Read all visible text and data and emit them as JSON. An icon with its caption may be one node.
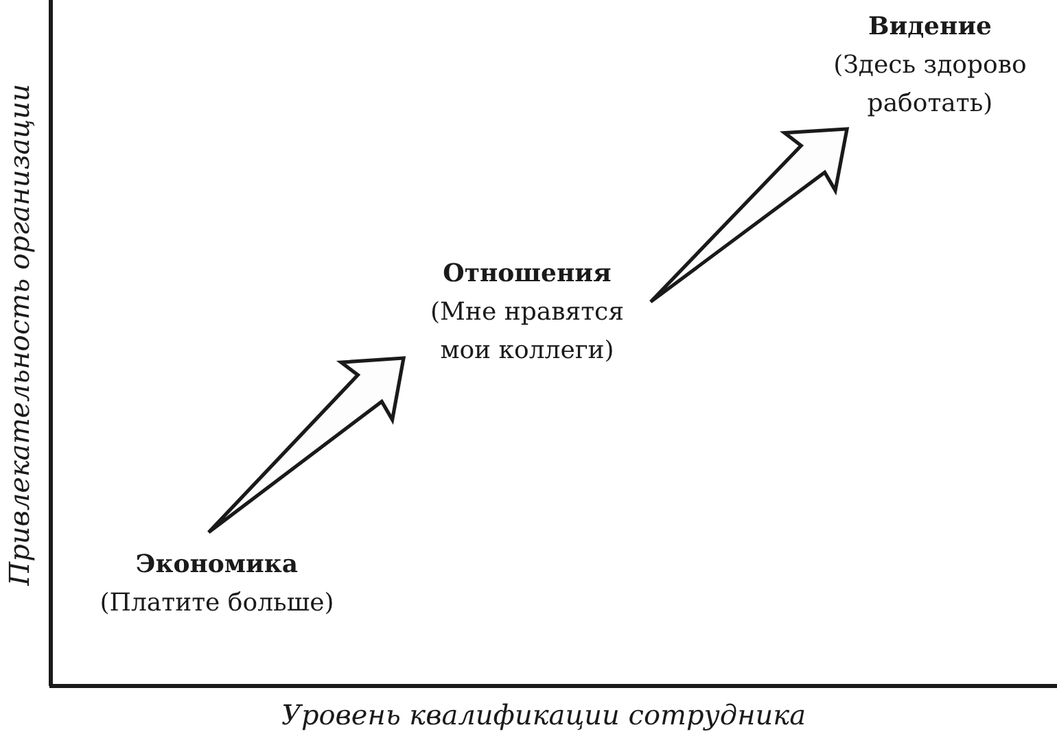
{
  "diagram": {
    "nodes": [
      {
        "text": [
          "Экономика",
          "(Платите больше)"
        ]
      },
      {
        "text": [
          "Отношения",
          "(Мне нравятся мои коллеги)"
        ]
      },
      {
        "text": [
          "Видение",
          "(Здесь здорово работать)"
        ]
      }
    ],
    "edges": [
      {
        "from": 0,
        "to": 1,
        "arrow": "to"
      },
      {
        "from": 1,
        "to": 2,
        "arrow": "to"
      }
    ],
    "labels": [
      "Привлекательность организации",
      "Уровень квалификации сотрудника"
    ]
  }
}
